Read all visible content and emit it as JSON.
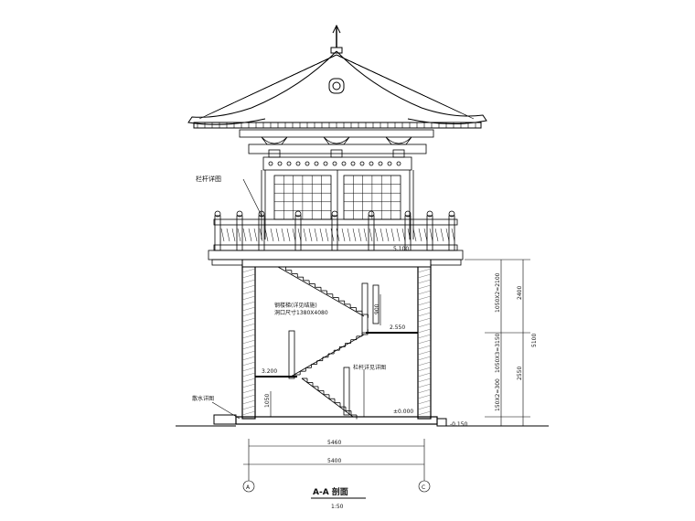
{
  "section_title": "A-A 剖面",
  "scale": "1:50",
  "axis_left": "A",
  "axis_right": "C",
  "callouts": {
    "railing": "栏杆详图",
    "stair": "钢楼梯(详见结施)",
    "opening": "洞口尺寸1380X4080",
    "handrail": "栏杆详见详图",
    "plinth": "散水详图"
  },
  "elevations": {
    "top_floor": "5.100",
    "mid_landing": "2.550",
    "first_floor": "3.200",
    "ground": "±0.000",
    "outside": "-0.150"
  },
  "dims_horizontal": {
    "inner": "5460",
    "outer": "5400"
  },
  "dims_vertical": {
    "upper": "2400",
    "lower": "2550",
    "total": "5100",
    "seg_a": "1050X2=2100",
    "seg_b": "1050X3=3150",
    "seg_c": "150X2=300",
    "stair_rise": "1050",
    "stair_rise2": "900"
  },
  "colors": {
    "line": "#000000",
    "hatch": "#555555"
  }
}
